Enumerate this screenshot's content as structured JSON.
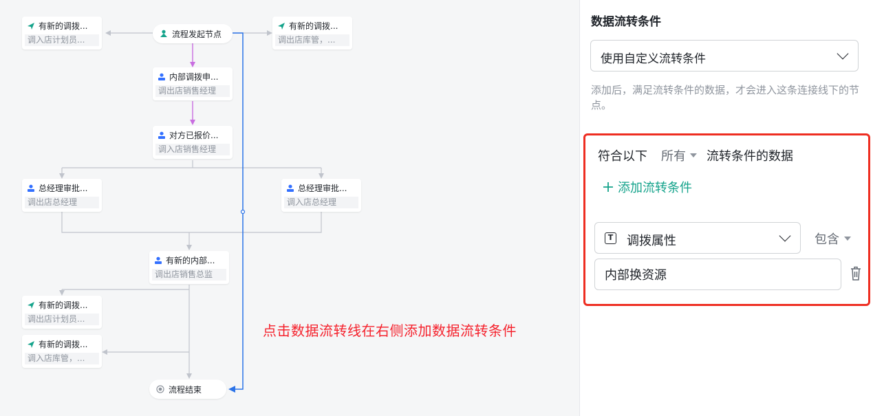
{
  "flow": {
    "start": {
      "label": "流程发起节点",
      "icon": "start-person-icon"
    },
    "end": {
      "label": "流程结束",
      "icon": "end-circle-icon"
    },
    "nodes": [
      {
        "id": "n_tl",
        "title": "有新的调拨...",
        "sub": "调入店计划员...",
        "kind": "notify"
      },
      {
        "id": "n_tr",
        "title": "有新的调拨...",
        "sub": "调出店库管，...",
        "kind": "notify"
      },
      {
        "id": "n_internal",
        "title": "内部调拨申...",
        "sub": "调出店销售经理",
        "kind": "approve"
      },
      {
        "id": "n_quoted",
        "title": "对方已报价...",
        "sub": "调入店销售经理",
        "kind": "approve"
      },
      {
        "id": "n_gm_left",
        "title": "总经理审批...",
        "sub": "调出店总经理",
        "kind": "approve"
      },
      {
        "id": "n_gm_right",
        "title": "总经理审批...",
        "sub": "调入店总经理",
        "kind": "approve"
      },
      {
        "id": "n_new_internal",
        "title": "有新的内部...",
        "sub": "调出店销售总监",
        "kind": "approve"
      },
      {
        "id": "n_bl1",
        "title": "有新的调拨...",
        "sub": "调出店计划员...",
        "kind": "notify"
      },
      {
        "id": "n_bl2",
        "title": "有新的调拨...",
        "sub": "调入店库管，...",
        "kind": "notify"
      }
    ],
    "annotation": "点击数据流转线在右侧添加数据流转条件"
  },
  "panel": {
    "title": "数据流转条件",
    "condition_mode": "使用自定义流转条件",
    "help_text": "添加后，满足流转条件的数据，才会进入这条连接线下的节点。",
    "rules": {
      "match_prefix": "符合以下",
      "match_scope": "所有",
      "match_suffix": "流转条件的数据",
      "add_label": "添加流转条件",
      "field_type_icon": "text-field-icon",
      "field_label": "调拨属性",
      "operator": "包含",
      "value": "内部换资源"
    }
  },
  "colors": {
    "accent_green": "#14a38b",
    "highlight_red": "#ee2d21",
    "selected_link_blue": "#2b73e8",
    "flow_purple": "#c86de0",
    "approve_blue": "#3370ff",
    "link_gray": "#c0c4cc"
  }
}
